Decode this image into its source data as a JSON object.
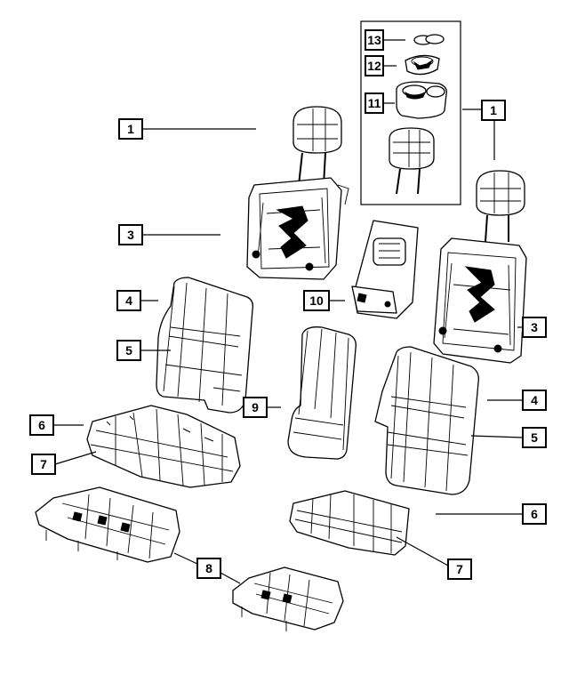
{
  "diagram": {
    "callouts": [
      "1",
      "3",
      "4",
      "5",
      "6",
      "7",
      "8",
      "9",
      "10",
      "11",
      "12",
      "13"
    ],
    "line_color": "#000000",
    "background": "#ffffff"
  }
}
